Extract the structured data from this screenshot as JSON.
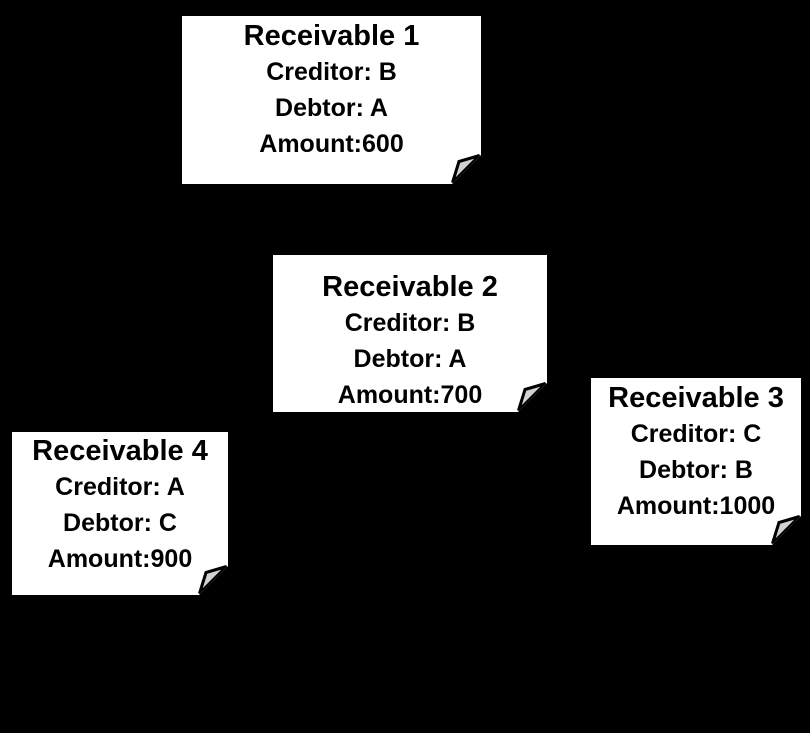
{
  "slide": {
    "background_color": "#000000",
    "note_fill_color": "#ffffff",
    "note_text_color": "#000000",
    "fold_fill_color": "#d2d2cf"
  },
  "notes": [
    {
      "id": "receivable-1",
      "title": "Receivable 1",
      "lines": [
        "Creditor: B",
        "Debtor: A",
        "Amount:600"
      ],
      "creditor": "B",
      "debtor": "A",
      "amount": "600"
    },
    {
      "id": "receivable-2",
      "title": "Receivable 2",
      "lines": [
        "Creditor: B",
        "Debtor: A",
        "Amount:700"
      ],
      "creditor": "B",
      "debtor": "A",
      "amount": "700"
    },
    {
      "id": "receivable-3",
      "title": "Receivable 3",
      "lines": [
        "Creditor: C",
        "Debtor: B",
        "Amount:1000"
      ],
      "creditor": "C",
      "debtor": "B",
      "amount": "1000"
    },
    {
      "id": "receivable-4",
      "title": "Receivable 4",
      "lines": [
        "Creditor: A",
        "Debtor: C",
        "Amount:900"
      ],
      "creditor": "A",
      "debtor": "C",
      "amount": "900"
    }
  ]
}
